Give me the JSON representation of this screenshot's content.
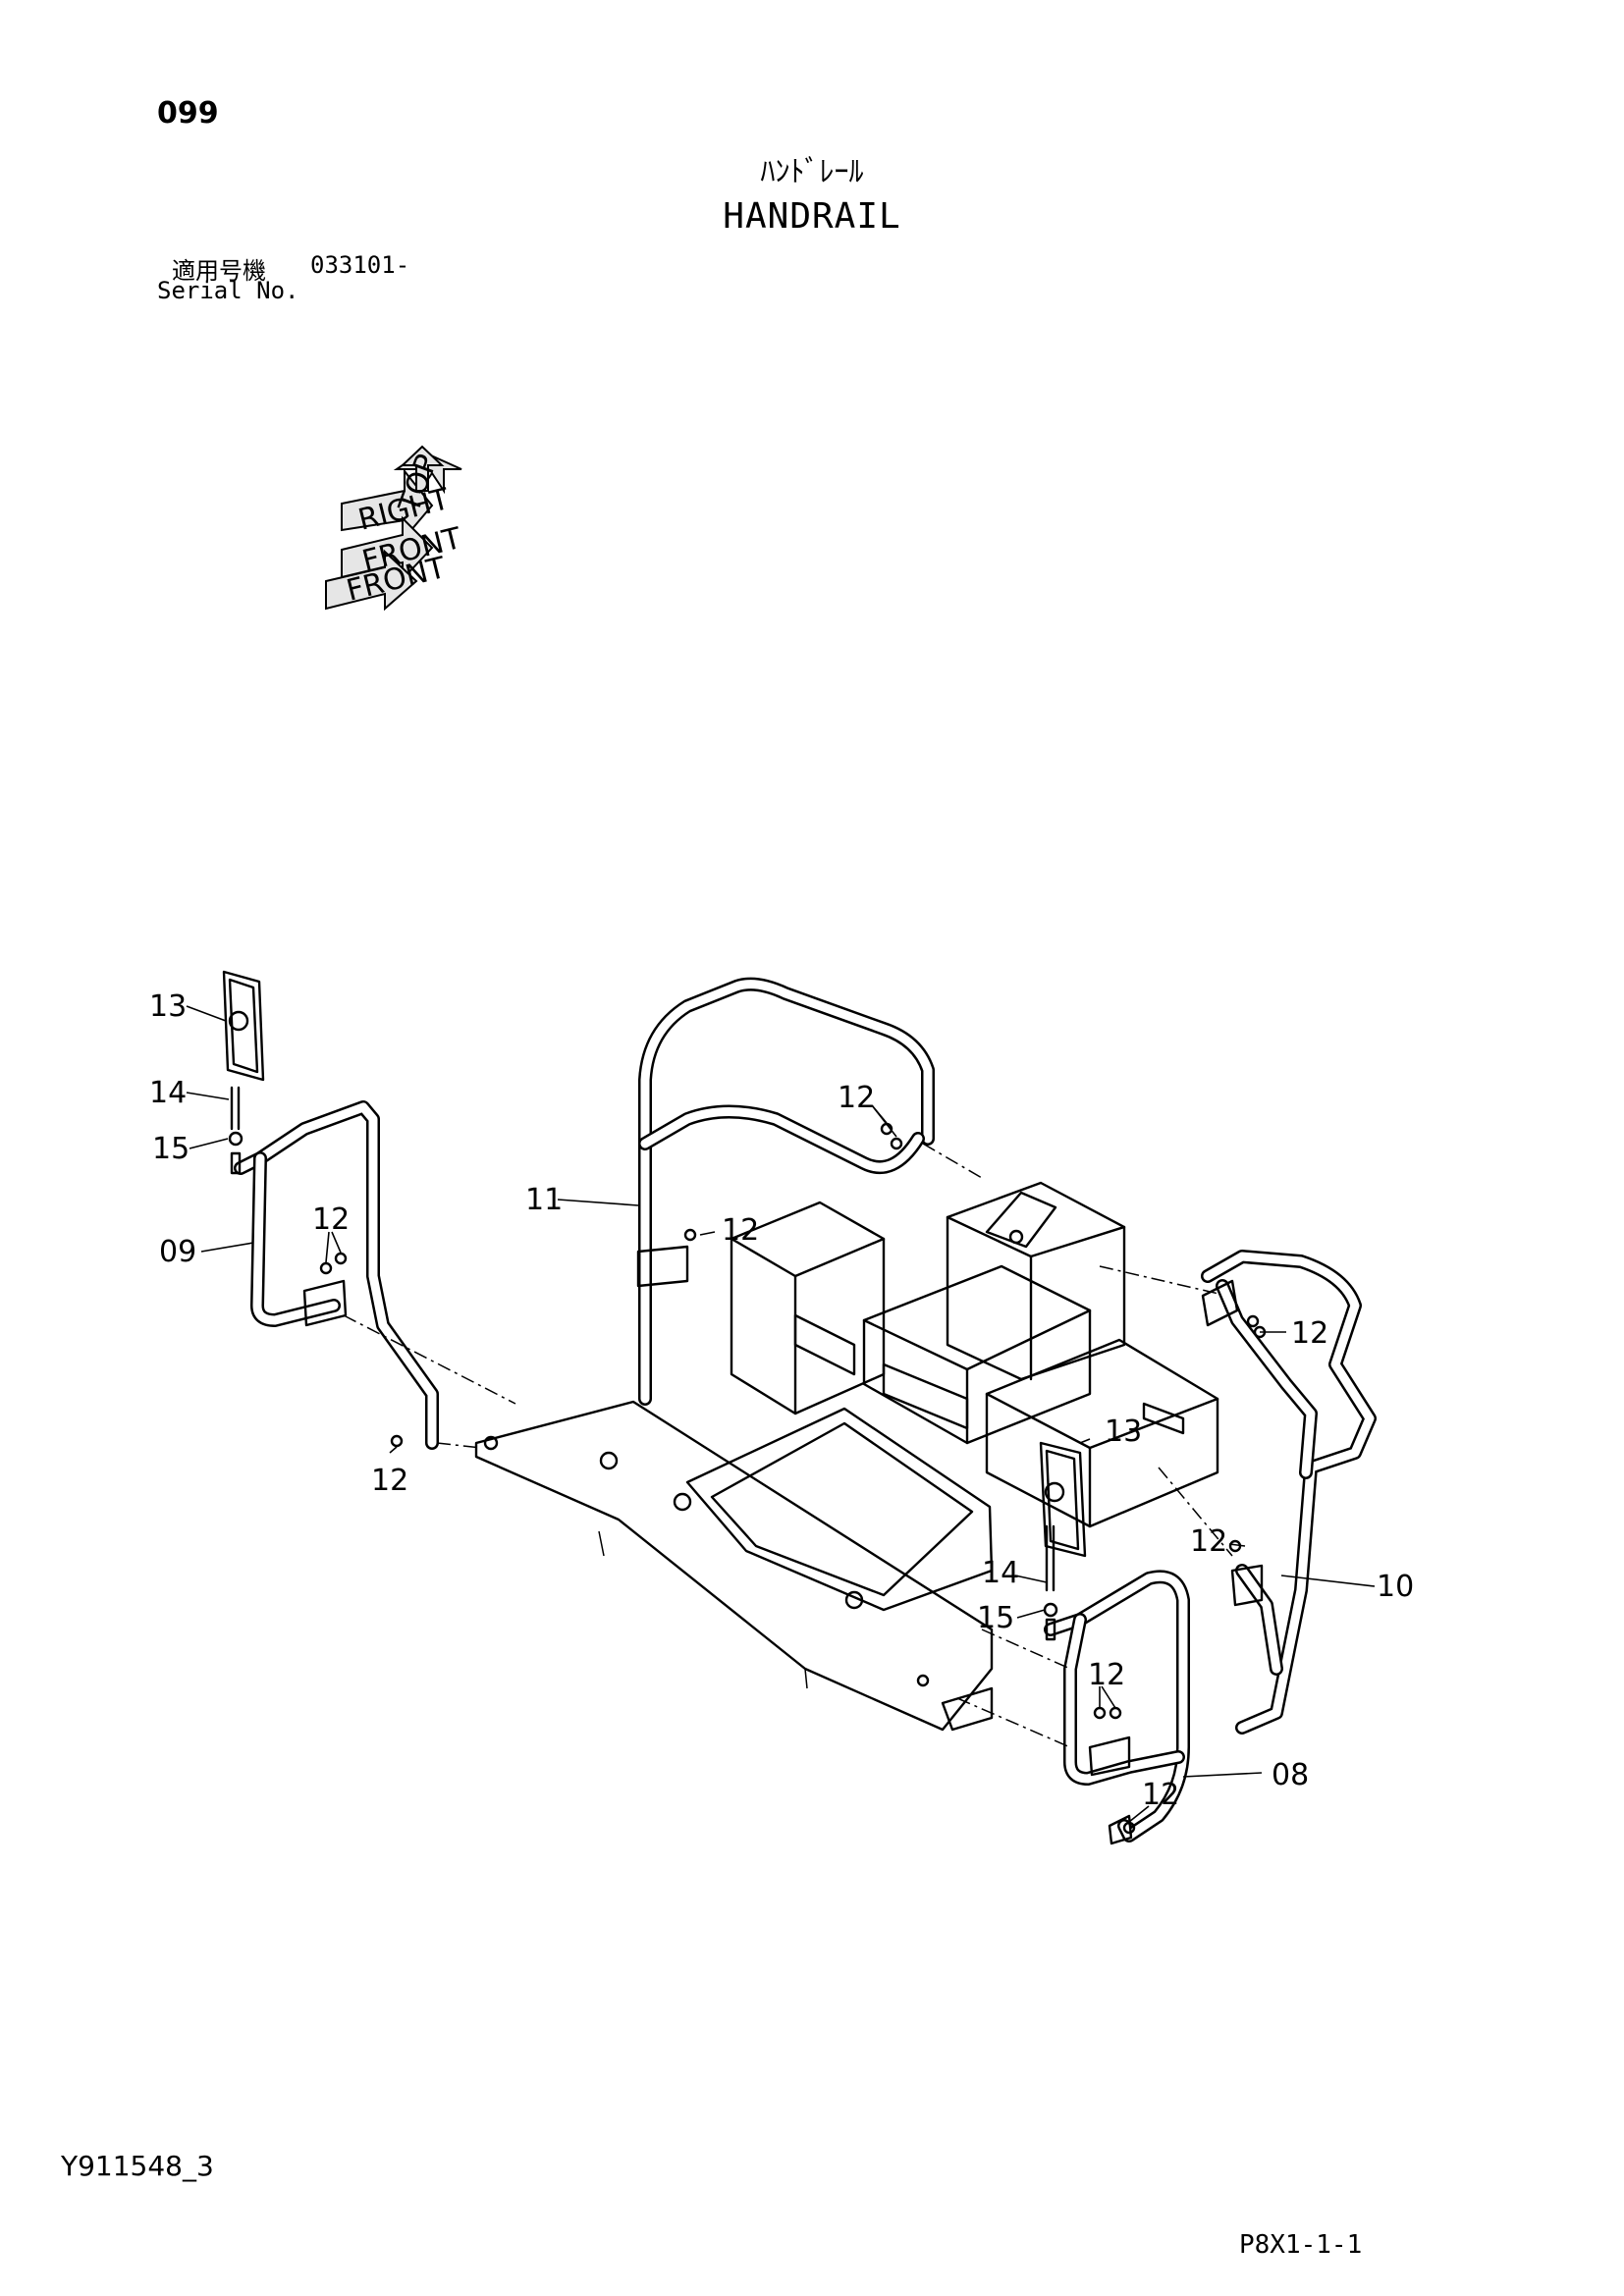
{
  "header": {
    "page_number": "099",
    "title_jp": "ﾊﾝﾄﾞﾚｰﾙ",
    "title_en": "HANDRAIL",
    "serial_label_jp": "適用号機",
    "serial_value": "033101-",
    "serial_label_en": "Serial No."
  },
  "orientation": {
    "top": "TOP",
    "right": "RIGHT",
    "front": "FRONT"
  },
  "callouts": {
    "c13a": "13",
    "c14a": "14",
    "c15a": "15",
    "c09": "09",
    "c12a": "12",
    "c12b": "12",
    "c11": "11",
    "c12c": "12",
    "c12d": "12",
    "c13b": "13",
    "c14b": "14",
    "c15b": "15",
    "c12e": "12",
    "c12f": "12",
    "c12g": "12",
    "c10": "10",
    "c08": "08"
  },
  "footer": {
    "drawing_id": "Y911548_3",
    "page_code": "P8X1-1-1"
  }
}
